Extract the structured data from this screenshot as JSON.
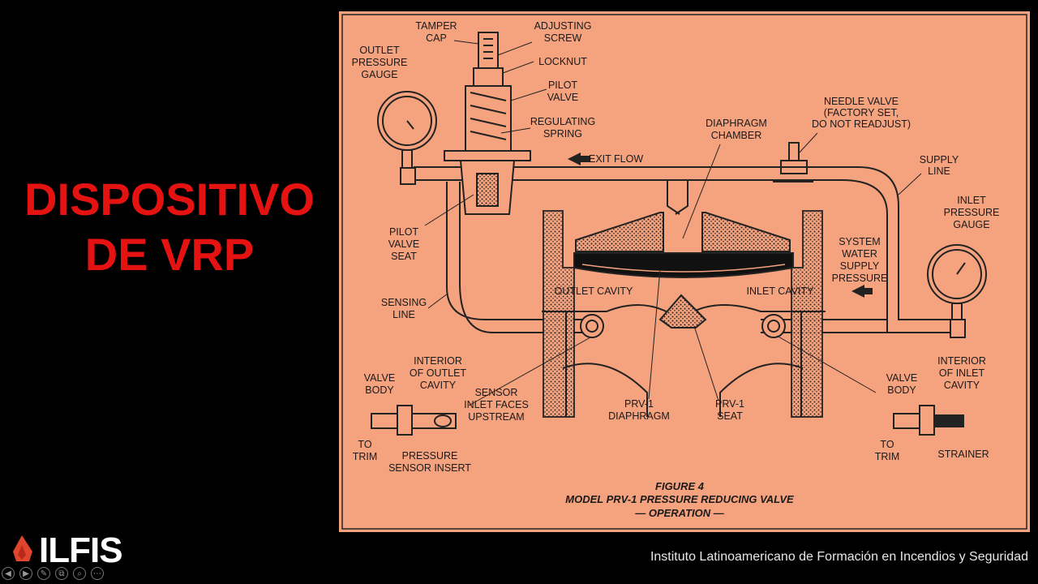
{
  "slide": {
    "title_line1": "DISPOSITIVO",
    "title_line2": "DE VRP",
    "title_color": "#e51212"
  },
  "figure": {
    "labels": {
      "tamper_cap": [
        "TAMPER",
        "CAP"
      ],
      "adjusting_screw": [
        "ADJUSTING",
        "SCREW"
      ],
      "locknut": [
        "LOCKNUT"
      ],
      "pilot_valve": [
        "PILOT",
        "VALVE"
      ],
      "regulating_spring": [
        "REGULATING",
        "SPRING"
      ],
      "outlet_pressure_gauge": [
        "OUTLET",
        "PRESSURE",
        "GAUGE"
      ],
      "exit_flow": [
        "EXIT FLOW"
      ],
      "diaphragm_chamber": [
        "DIAPHRAGM",
        "CHAMBER"
      ],
      "needle_valve": [
        "NEEDLE VALVE",
        "(FACTORY SET,",
        "DO NOT READJUST)"
      ],
      "supply_line": [
        "SUPPLY",
        "LINE"
      ],
      "inlet_pressure_gauge": [
        "INLET",
        "PRESSURE",
        "GAUGE"
      ],
      "pilot_valve_seat": [
        "PILOT",
        "VALVE",
        "SEAT"
      ],
      "system_water_supply_pressure": [
        "SYSTEM",
        "WATER",
        "SUPPLY",
        "PRESSURE"
      ],
      "outlet_cavity": [
        "OUTLET CAVITY"
      ],
      "inlet_cavity": [
        "INLET CAVITY"
      ],
      "sensing_line": [
        "SENSING",
        "LINE"
      ],
      "interior_outlet_cavity": [
        "INTERIOR",
        "OF OUTLET",
        "CAVITY"
      ],
      "valve_body_left": [
        "VALVE",
        "BODY"
      ],
      "sensor_inlet": [
        "SENSOR",
        "INLET FACES",
        "UPSTREAM"
      ],
      "prv1_diaphragm": [
        "PRV-1",
        "DIAPHRAGM"
      ],
      "prv1_seat": [
        "PRV-1",
        "SEAT"
      ],
      "valve_body_right": [
        "VALVE",
        "BODY"
      ],
      "interior_inlet_cavity": [
        "INTERIOR",
        "OF INLET",
        "CAVITY"
      ],
      "to_trim_left": [
        "TO",
        "TRIM"
      ],
      "pressure_sensor_insert": [
        "PRESSURE",
        "SENSOR INSERT"
      ],
      "to_trim_right": [
        "TO",
        "TRIM"
      ],
      "strainer": [
        "STRAINER"
      ]
    },
    "caption": [
      "FIGURE 4",
      "MODEL PRV-1 PRESSURE REDUCING VALVE",
      "— OPERATION —"
    ],
    "background_color": "#f5a27e"
  },
  "footer": {
    "logo_text": "ILFIS",
    "institute": "Instituto Latinoamericano de Formación en Incendios y Seguridad",
    "controls": [
      "◀",
      "▶",
      "✎",
      "⧉",
      "⌕",
      "⋯"
    ]
  }
}
